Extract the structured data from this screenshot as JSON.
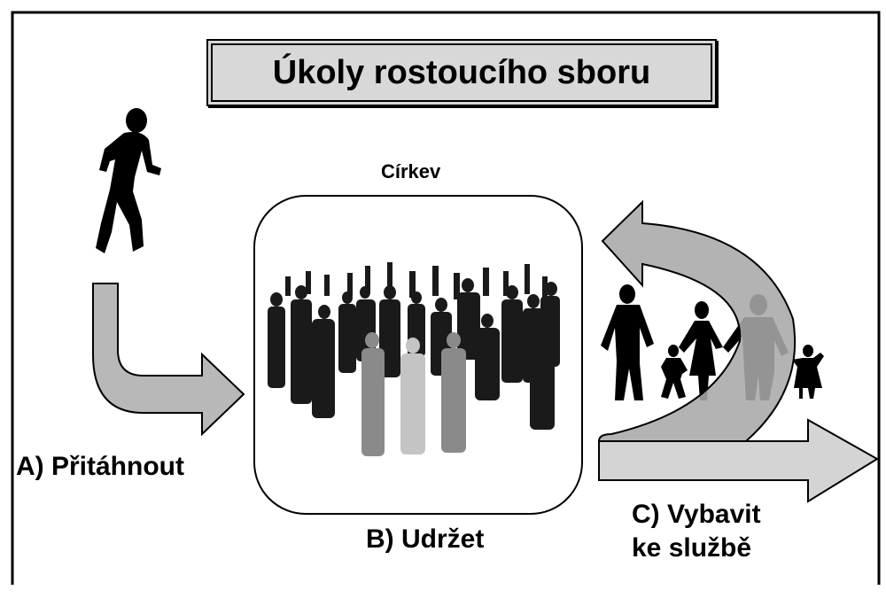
{
  "title": "Úkoly rostoucího sboru",
  "church_label": "Církev",
  "step_a": "A) Přitáhnout",
  "step_b": "B) Udržet",
  "step_c_line1": "C) Vybavit",
  "step_c_line2": "ke službě"
}
